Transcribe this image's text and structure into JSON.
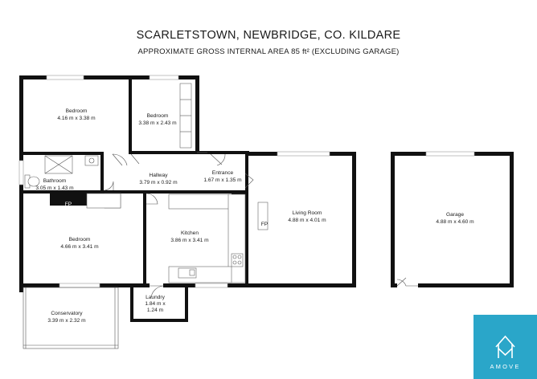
{
  "header": {
    "title": "SCARLETSTOWN, NEWBRIDGE, CO. KILDARE",
    "subtitle": "APPROXIMATE GROSS INTERNAL AREA 85 ft² (EXCLUDING GARAGE)"
  },
  "rooms": {
    "bedroom1": {
      "name": "Bedroom",
      "dims": "4.16 m x 3.38 m"
    },
    "bedroom2": {
      "name": "Bedroom",
      "dims": "3.38 m x 2.43 m"
    },
    "bathroom": {
      "name": "Bathroom",
      "dims": "3.05 m x 1.43 m"
    },
    "hallway": {
      "name": "Hallway",
      "dims": "3.79 m x 0.92 m"
    },
    "entrance": {
      "name": "Entrance",
      "dims": "1.67 m x 1.35 m"
    },
    "living": {
      "name": "Living Room",
      "dims": "4.88 m x 4.01 m"
    },
    "garage": {
      "name": "Garage",
      "dims": "4.88 m x 4.60 m"
    },
    "bedroom3": {
      "name": "Bedroom",
      "dims": "4.66 m x 3.41 m"
    },
    "kitchen": {
      "name": "Kitchen",
      "dims": "3.86 m x 3.41 m"
    },
    "laundry": {
      "name": "Laundry",
      "dims_line1": "1.84 m x",
      "dims_line2": "1.24 m"
    },
    "conservatory": {
      "name": "Conservatory",
      "dims": "3.39 m x 2.32 m"
    }
  },
  "fireplaces": {
    "bedroom": "FP",
    "living": "FP"
  },
  "logo": {
    "brand": "AMOVE",
    "icon": "house-m-logo-icon",
    "color": "#2aa6c9"
  }
}
